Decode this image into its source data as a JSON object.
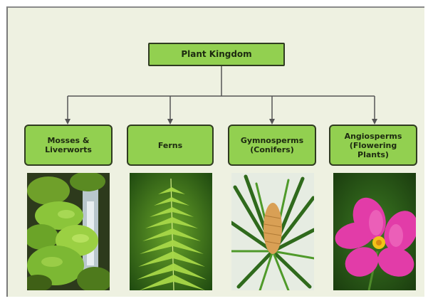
{
  "diagram": {
    "root": {
      "label": "Plant Kingdom"
    },
    "children": [
      {
        "label": "Mosses &\nLiverworts",
        "image": "moss-photo"
      },
      {
        "label": "Ferns",
        "image": "fern-photo"
      },
      {
        "label": "Gymnosperms\n(Conifers)",
        "image": "conifer-photo"
      },
      {
        "label": "Angiosperms\n(Flowering\nPlants)",
        "image": "flower-photo"
      }
    ]
  },
  "colors": {
    "background": "#eef1e1",
    "node_fill": "#92d050",
    "node_border": "#2f3b20",
    "connector": "#555555"
  }
}
